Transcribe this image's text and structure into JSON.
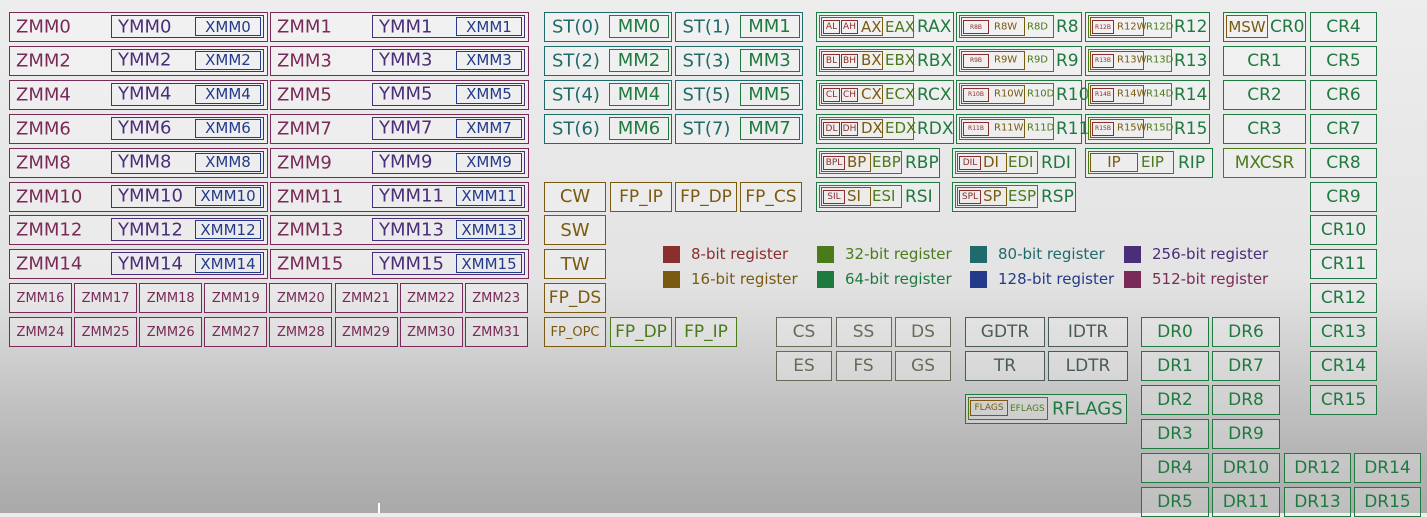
{
  "colors": {
    "reg512": "#7a2a58",
    "reg256": "#4a2e7a",
    "reg128": "#243a8a",
    "reg80": "#1f6a6a",
    "reg64": "#1f7a40",
    "reg32": "#4a7a1a",
    "reg16": "#7a5a10",
    "reg8": "#8a2e2e",
    "gray": "#4a5a5a",
    "seg": "#6a6a58"
  },
  "zmm_wide": [
    [
      "ZMM0",
      "YMM0",
      "XMM0"
    ],
    [
      "ZMM1",
      "YMM1",
      "XMM1"
    ],
    [
      "ZMM2",
      "YMM2",
      "XMM2"
    ],
    [
      "ZMM3",
      "YMM3",
      "XMM3"
    ],
    [
      "ZMM4",
      "YMM4",
      "XMM4"
    ],
    [
      "ZMM5",
      "YMM5",
      "XMM5"
    ],
    [
      "ZMM6",
      "YMM6",
      "XMM6"
    ],
    [
      "ZMM7",
      "YMM7",
      "XMM7"
    ],
    [
      "ZMM8",
      "YMM8",
      "XMM8"
    ],
    [
      "ZMM9",
      "YMM9",
      "XMM9"
    ],
    [
      "ZMM10",
      "YMM10",
      "XMM10"
    ],
    [
      "ZMM11",
      "YMM11",
      "XMM11"
    ],
    [
      "ZMM12",
      "YMM12",
      "XMM12"
    ],
    [
      "ZMM13",
      "YMM13",
      "XMM13"
    ],
    [
      "ZMM14",
      "YMM14",
      "XMM14"
    ],
    [
      "ZMM15",
      "YMM15",
      "XMM15"
    ]
  ],
  "zmm_small": [
    [
      "ZMM16",
      "ZMM17",
      "ZMM18",
      "ZMM19",
      "ZMM20",
      "ZMM21",
      "ZMM22",
      "ZMM23"
    ],
    [
      "ZMM24",
      "ZMM25",
      "ZMM26",
      "ZMM27",
      "ZMM28",
      "ZMM29",
      "ZMM30",
      "ZMM31"
    ]
  ],
  "st_mm": [
    [
      [
        "ST(0)",
        "MM0"
      ],
      [
        "ST(1)",
        "MM1"
      ]
    ],
    [
      [
        "ST(2)",
        "MM2"
      ],
      [
        "ST(3)",
        "MM3"
      ]
    ],
    [
      [
        "ST(4)",
        "MM4"
      ],
      [
        "ST(5)",
        "MM5"
      ]
    ],
    [
      [
        "ST(6)",
        "MM6"
      ],
      [
        "ST(7)",
        "MM7"
      ]
    ]
  ],
  "fpu_regs": {
    "cw": "CW",
    "sw": "SW",
    "tw": "TW",
    "fp_ds": "FP_DS",
    "fp_opc": "FP_OPC",
    "fp_ip_top": "FP_IP",
    "fp_dp_top": "FP_DP",
    "fp_cs": "FP_CS",
    "fp_dp_bottom": "FP_DP",
    "fp_ip_bottom": "FP_IP"
  },
  "gp_legacy": [
    [
      "AL",
      "AH",
      "AX",
      "EAX",
      "RAX"
    ],
    [
      "BL",
      "BH",
      "BX",
      "EBX",
      "RBX"
    ],
    [
      "CL",
      "CH",
      "CX",
      "ECX",
      "RCX"
    ],
    [
      "DL",
      "DH",
      "DX",
      "EDX",
      "RDX"
    ]
  ],
  "gp_index": [
    [
      "BPL",
      "BP",
      "EBP",
      "RBP"
    ],
    [
      "SIL",
      "SI",
      "ESI",
      "RSI"
    ],
    [
      "DIL",
      "DI",
      "EDI",
      "RDI"
    ],
    [
      "SPL",
      "SP",
      "ESP",
      "RSP"
    ]
  ],
  "ip": [
    "IP",
    "EIP",
    "RIP"
  ],
  "gp_ext": [
    [
      "R8B",
      "R8W",
      "R8D",
      "R8"
    ],
    [
      "R9B",
      "R9W",
      "R9D",
      "R9"
    ],
    [
      "R10B",
      "R10W",
      "R10D",
      "R10"
    ],
    [
      "R11B",
      "R11W",
      "R11D",
      "R11"
    ],
    [
      "R12B",
      "R12W",
      "R12D",
      "R12"
    ],
    [
      "R13B",
      "R13W",
      "R13D",
      "R13"
    ],
    [
      "R14B",
      "R14W",
      "R14D",
      "R14"
    ],
    [
      "R15B",
      "R15W",
      "R15D",
      "R15"
    ]
  ],
  "control": {
    "msw": "MSW",
    "cr0": "CR0",
    "cr1": "CR1",
    "cr2": "CR2",
    "cr3": "CR3",
    "mxcsr": "MXCSR",
    "right": [
      "CR4",
      "CR5",
      "CR6",
      "CR7",
      "CR8",
      "CR9",
      "CR10",
      "CR11",
      "CR12",
      "CR13",
      "CR14",
      "CR15"
    ]
  },
  "segments": [
    [
      "CS",
      "SS",
      "DS"
    ],
    [
      "ES",
      "FS",
      "GS"
    ]
  ],
  "tables": [
    [
      "GDTR",
      "IDTR"
    ],
    [
      "TR",
      "LDTR"
    ]
  ],
  "flags": [
    "FLAGS",
    "EFLAGS",
    "RFLAGS"
  ],
  "debug": {
    "col1": [
      "DR0",
      "DR1",
      "DR2",
      "DR3",
      "DR4",
      "DR5"
    ],
    "col2": [
      "DR6",
      "DR7",
      "DR8",
      "DR9",
      "DR10",
      "DR11"
    ],
    "extra": [
      [
        "DR12",
        "DR14"
      ],
      [
        "DR13",
        "DR15"
      ]
    ]
  },
  "legend": [
    {
      "label": "8-bit register",
      "color": "#8a2e2e"
    },
    {
      "label": "16-bit register",
      "color": "#7a5a10"
    },
    {
      "label": "32-bit register",
      "color": "#4a7a1a"
    },
    {
      "label": "64-bit register",
      "color": "#1f7a40"
    },
    {
      "label": "80-bit register",
      "color": "#1f6a6a"
    },
    {
      "label": "128-bit register",
      "color": "#243a8a"
    },
    {
      "label": "256-bit register",
      "color": "#4a2e7a"
    },
    {
      "label": "512-bit register",
      "color": "#7a2a58"
    }
  ]
}
